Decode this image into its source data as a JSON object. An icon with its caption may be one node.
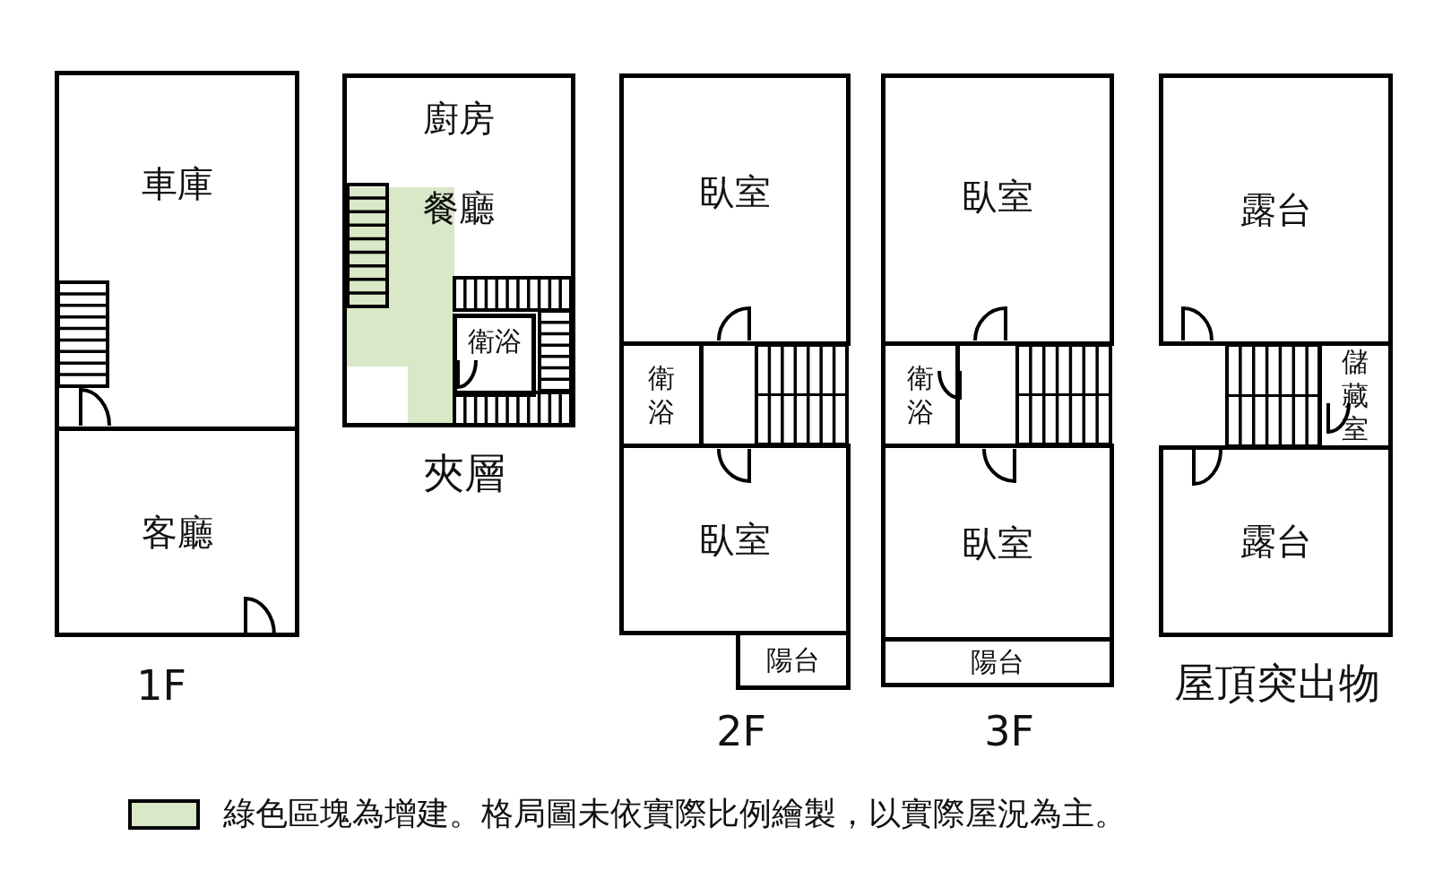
{
  "diagram": {
    "nodes": [
      {
        "text": [
          "1F"
        ]
      },
      {
        "text": [
          "車庫"
        ],
        "in": 0
      },
      {
        "text": [
          "客廳"
        ],
        "in": 0
      },
      {
        "text": [
          "夾層"
        ]
      },
      {
        "text": [
          "廚房",
          "餐廳"
        ],
        "in": 3
      },
      {
        "text": [
          "衛浴"
        ],
        "in": 4
      },
      {
        "text": [
          "2F"
        ]
      },
      {
        "text": [
          "臥室"
        ],
        "in": 6
      },
      {
        "text": [
          "衛浴"
        ],
        "in": 6
      },
      {
        "text": [
          "臥室"
        ],
        "in": 6
      },
      {
        "text": [
          "陽台"
        ],
        "in": 6
      },
      {
        "text": [
          "3F"
        ]
      },
      {
        "text": [
          "臥室"
        ],
        "in": 11
      },
      {
        "text": [
          "衛浴"
        ],
        "in": 11
      },
      {
        "text": [
          "臥室"
        ],
        "in": 11
      },
      {
        "text": [
          "陽台"
        ],
        "in": 11
      },
      {
        "text": [
          "屋頂突出物"
        ]
      },
      {
        "text": [
          "露台"
        ],
        "in": 16
      },
      {
        "text": [
          "儲藏室"
        ],
        "in": 16
      },
      {
        "text": [
          "露台"
        ],
        "in": 16
      }
    ],
    "legend": [
      {
        "text": "綠色區塊為增建。格局圖未依實際比例繪製，以實際屋況為主。",
        "color": "#d9e8c6"
      }
    ]
  }
}
